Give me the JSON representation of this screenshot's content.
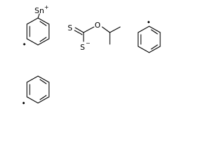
{
  "molecule": {
    "atom_labels": {
      "tin": "Sn",
      "tin_charge": "+",
      "thione_sulfur": "S",
      "thiolate_sulfur": "S",
      "thiolate_charge": "−",
      "ether_oxygen": "O"
    },
    "radical_marker": "•",
    "phenyl_count": 3
  }
}
